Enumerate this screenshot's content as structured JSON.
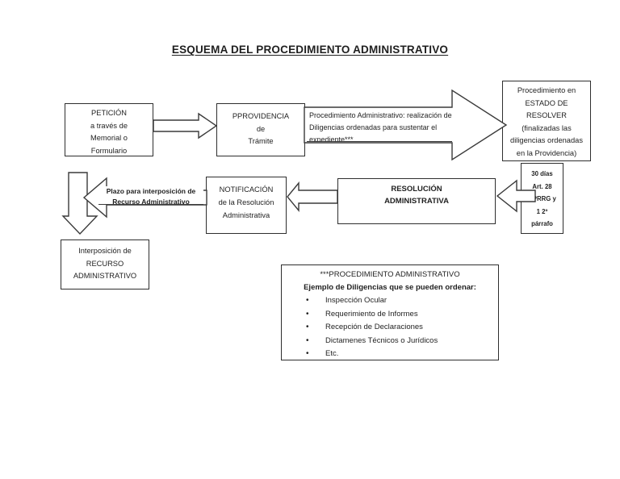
{
  "title": "ESQUEMA DEL PROCEDIMIENTO ADMINISTRATIVO",
  "boxes": {
    "peticion": {
      "l1": "PETICIÓN",
      "l2": "a través de",
      "l3": "Memorial o",
      "l4": "Formulario"
    },
    "providencia": {
      "l1": "PPROVIDENCIA",
      "l2": "de",
      "l3": "Trámite"
    },
    "estado_resolver": {
      "l1": "Procedimiento en",
      "l2": "ESTADO DE",
      "l3": "RESOLVER",
      "l4": "(finalizadas las",
      "l5": "diligencias ordenadas",
      "l6": "en la Providencia)"
    },
    "plazo_resolver": {
      "l1": "30 días",
      "l2": "Art. 28",
      "l3": "CPRRG y",
      "l4": "1 2º",
      "l5": "párrafo"
    },
    "resolucion": {
      "l1": "RESOLUCIÓN",
      "l2": "ADMINISTRATIVA"
    },
    "notificacion": {
      "l1": "NOTIFICACIÓN",
      "l2": "de la Resolución",
      "l3": "Administrativa"
    },
    "interposicion": {
      "l1": "Interposición de",
      "l2": "RECURSO",
      "l3": "ADMINISTRATIVO"
    }
  },
  "labels": {
    "procedimiento": {
      "l1": "Procedimiento Administrativo: realización de",
      "l2": "Diligencias ordenadas para sustentar el",
      "l3": "expediente***"
    },
    "plazo": {
      "l1": "Plazo para interposición de",
      "l2": "Recurso Administrativo"
    }
  },
  "nota": {
    "heading": "***PROCEDIMIENTO ADMINISTRATIVO",
    "subheading": "Ejemplo de Diligencias que se pueden ordenar:",
    "bullet": "•",
    "items": [
      "Inspección Ocular",
      "Requerimiento de Informes",
      "Recepción de Declaraciones",
      "Dictamenes Técnicos o Jurídicos",
      "Etc."
    ]
  },
  "colors": {
    "ink": "#1f1f1f",
    "line": "#3a3a3a",
    "background": "#ffffff"
  }
}
